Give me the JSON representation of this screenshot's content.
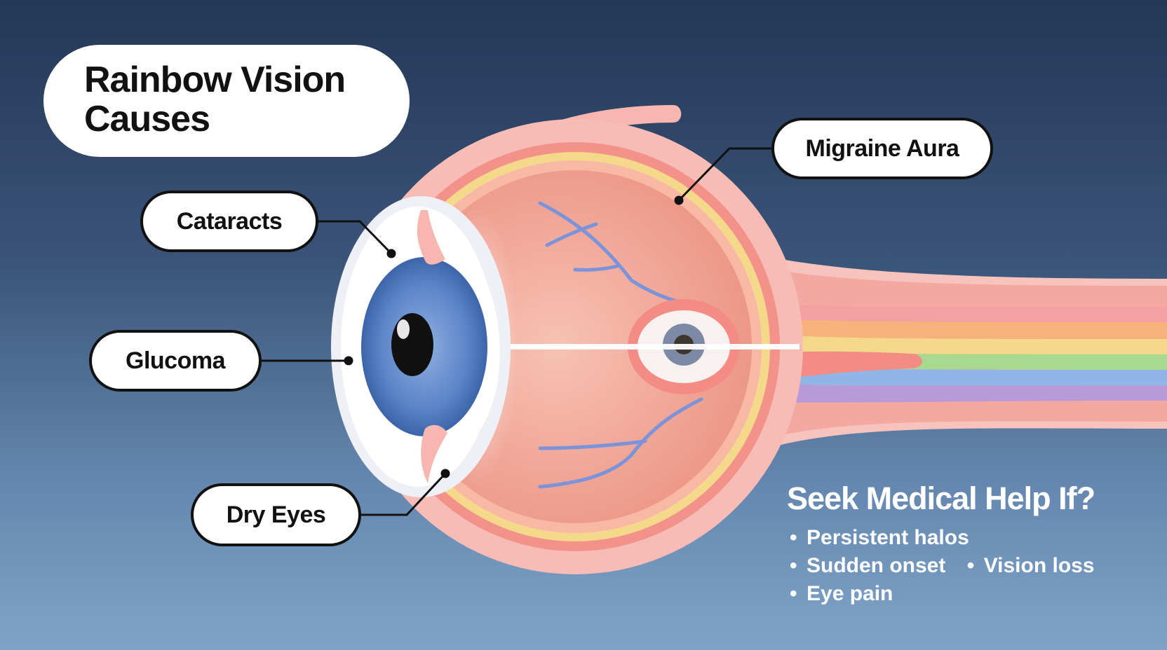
{
  "title": "Rainbow Vision Causes",
  "labels": {
    "cataracts": "Cataracts",
    "glaucoma": "Glucoma",
    "dry_eyes": "Dry Eyes",
    "migraine": "Migraine Aura"
  },
  "help": {
    "heading": "Seek Medical Help If?",
    "items": [
      "Persistent halos",
      "Sudden onset",
      "Vision loss",
      "Eye pain"
    ]
  },
  "colors": {
    "background_top": "#243756",
    "background_bottom": "#7fa3c8",
    "eye_wall": "#f6b9b4",
    "iris": "#5b84c8",
    "rainbow": [
      "#f4a0a0",
      "#f6b27a",
      "#f4d98a",
      "#a9d88f",
      "#8fb6e6",
      "#b89ad8"
    ]
  }
}
